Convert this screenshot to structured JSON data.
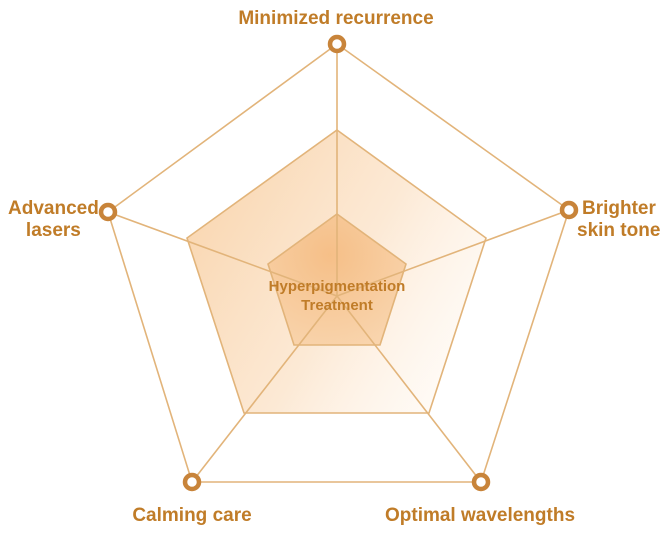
{
  "center": {
    "line1": "Hyperpigmentation",
    "line2": "Treatment"
  },
  "axes": [
    {
      "label": "Minimized recurrence"
    },
    {
      "line1": "Brighter",
      "line2": "skin tone"
    },
    {
      "label": "Optimal wavelengths"
    },
    {
      "label": "Calming care"
    },
    {
      "line1": "Advanced",
      "line2": "lasers"
    }
  ],
  "colors": {
    "text": "#c07c28",
    "line": "#e2b47a",
    "node": "#c8843a",
    "fill": "#f6c58f"
  }
}
